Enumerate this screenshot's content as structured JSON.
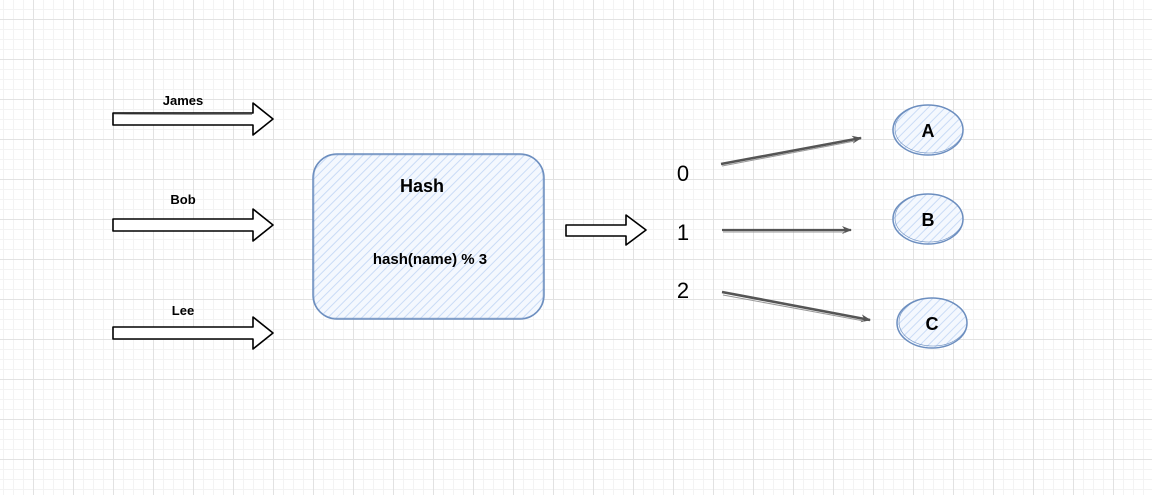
{
  "diagram": {
    "title_box": {
      "title": "Hash",
      "formula": "hash(name) % 3"
    },
    "inputs": [
      {
        "label": "James"
      },
      {
        "label": "Bob"
      },
      {
        "label": "Lee"
      }
    ],
    "buckets": [
      {
        "index": "0",
        "target": "A"
      },
      {
        "index": "1",
        "target": "B"
      },
      {
        "index": "2",
        "target": "C"
      }
    ],
    "colors": {
      "box_stroke": "#6c8ebf",
      "box_fill": "#dae8fc",
      "arrow_outline": "#000000",
      "connector": "#555555"
    }
  }
}
